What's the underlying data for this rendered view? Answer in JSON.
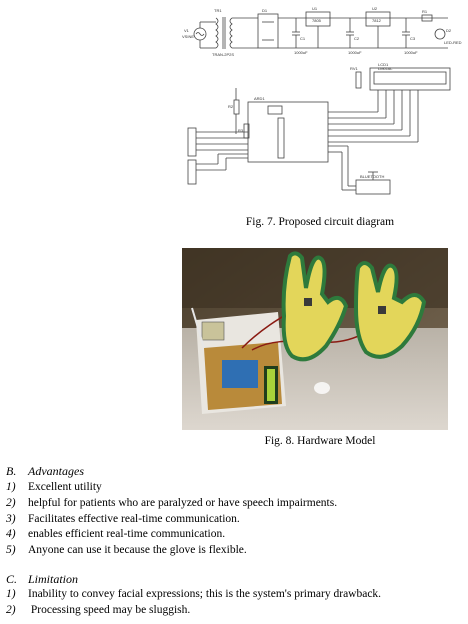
{
  "figures": {
    "fig7_caption": "Fig. 7. Proposed circuit diagram",
    "fig8_caption": "Fig. 8. Hardware Model",
    "circuit_labels": {
      "transformer": "TR1",
      "transformer_sub": "TRAN-2P2S",
      "source": "V1",
      "source_sub": "VSINE",
      "regulator1": "U1",
      "regulator1_part": "7805",
      "regulator2": "U2",
      "regulator2_part": "7812",
      "cap1": "C1",
      "cap1_val": "1000uF",
      "cap2": "C2",
      "cap2_val": "1000uF",
      "cap3": "C3",
      "cap3_val": "1000uF",
      "diode_label": "D1",
      "led": "D2",
      "led_sub": "LED-RED",
      "resistor1": "R1",
      "lcd": "LCD1",
      "lcd_sub": "LM016L",
      "potentiometer": "RV1",
      "arduino": "ARD1",
      "bluetooth": "BLUETOOTH",
      "r2": "R2",
      "r3": "R3"
    }
  },
  "advantages": {
    "letter": "B.",
    "title": "Advantages",
    "items": [
      {
        "n": "1)",
        "text": "Excellent utility"
      },
      {
        "n": "2)",
        "text": "helpful for patients who are paralyzed or have speech impairments."
      },
      {
        "n": "3)",
        "text": "Facilitates effective real-time communication."
      },
      {
        "n": "4)",
        "text": "enables efficient real-time communication."
      },
      {
        "n": "5)",
        "text": "Anyone can use it because the glove is flexible."
      }
    ]
  },
  "limitation": {
    "letter": "C.",
    "title": "Limitation",
    "items": [
      {
        "n": "1)",
        "text": "Inability to convey facial expressions; this is the system's primary drawback."
      },
      {
        "n": "2)",
        "text": " Processing speed may be sluggish."
      }
    ]
  }
}
